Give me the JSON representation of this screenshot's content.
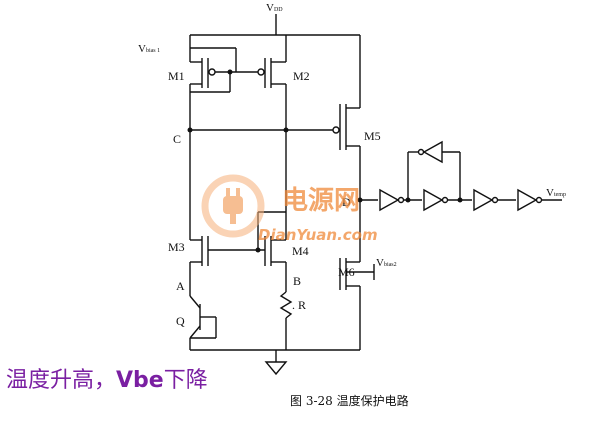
{
  "labels": {
    "vdd": "V",
    "vdd_sub": "DD",
    "vbias1": "V",
    "vbias1_sub": "bias 1",
    "vbias2": "V",
    "vbias2_sub": "bias2",
    "vtemp": "V",
    "vtemp_sub": "temp",
    "m1": "M1",
    "m2": "M2",
    "m3": "M3",
    "m4": "M4",
    "m5": "M5",
    "m6": "M6",
    "node_c": "C",
    "node_d": "D",
    "node_a": "A",
    "node_b": "B",
    "node_q": "Q",
    "resistor": ". R"
  },
  "annotation": {
    "part1": "温度升高，",
    "part2": "Vbe",
    "part3": "下降"
  },
  "caption": "图 3-28 温度保护电路",
  "watermark": {
    "line1": "电源网",
    "line2": "DianYuan.com"
  },
  "colors": {
    "annotation": "#7a1fa2",
    "watermark": "#f08a3a",
    "wire": "#111111"
  }
}
